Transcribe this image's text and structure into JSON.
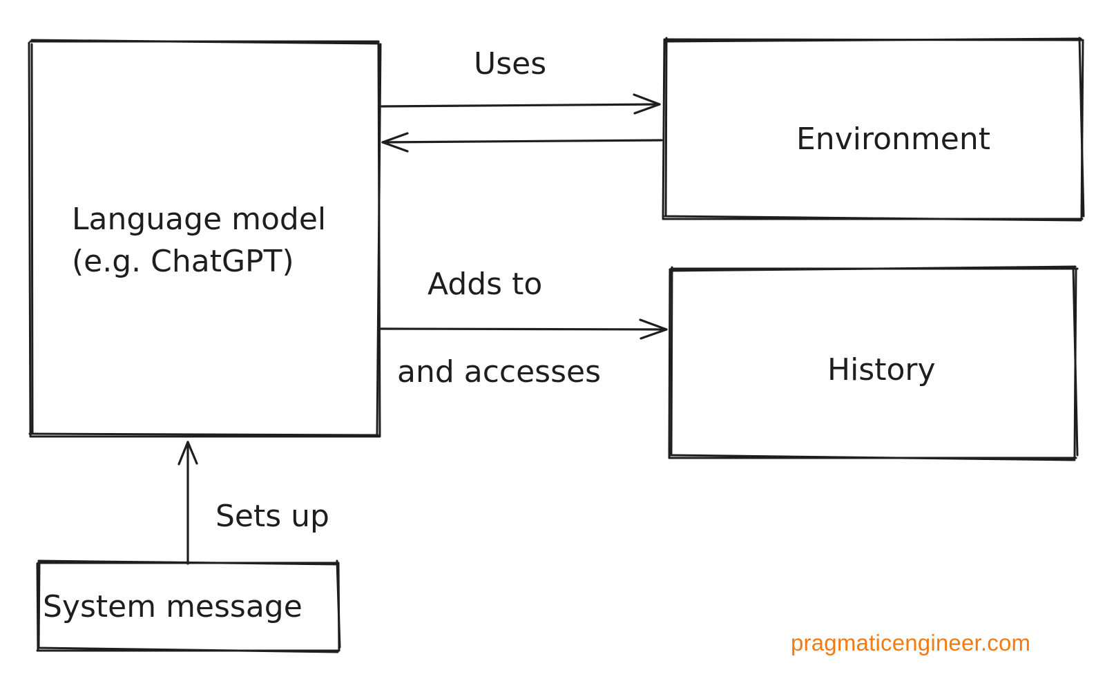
{
  "nodes": {
    "language_model": {
      "line1": "Language model",
      "line2": "(e.g. ChatGPT)"
    },
    "environment": {
      "label": "Environment"
    },
    "history": {
      "label": "History"
    },
    "system_message": {
      "label": "System message"
    }
  },
  "edges": {
    "uses": {
      "label": "Uses"
    },
    "adds_to": {
      "label_top": "Adds to",
      "label_bottom": "and accesses"
    },
    "sets_up": {
      "label": "Sets up"
    }
  },
  "footer": {
    "watermark": "pragmaticengineer.com"
  },
  "colors": {
    "stroke": "#1e1e1e",
    "watermark": "#f27b13",
    "background": "#ffffff"
  }
}
